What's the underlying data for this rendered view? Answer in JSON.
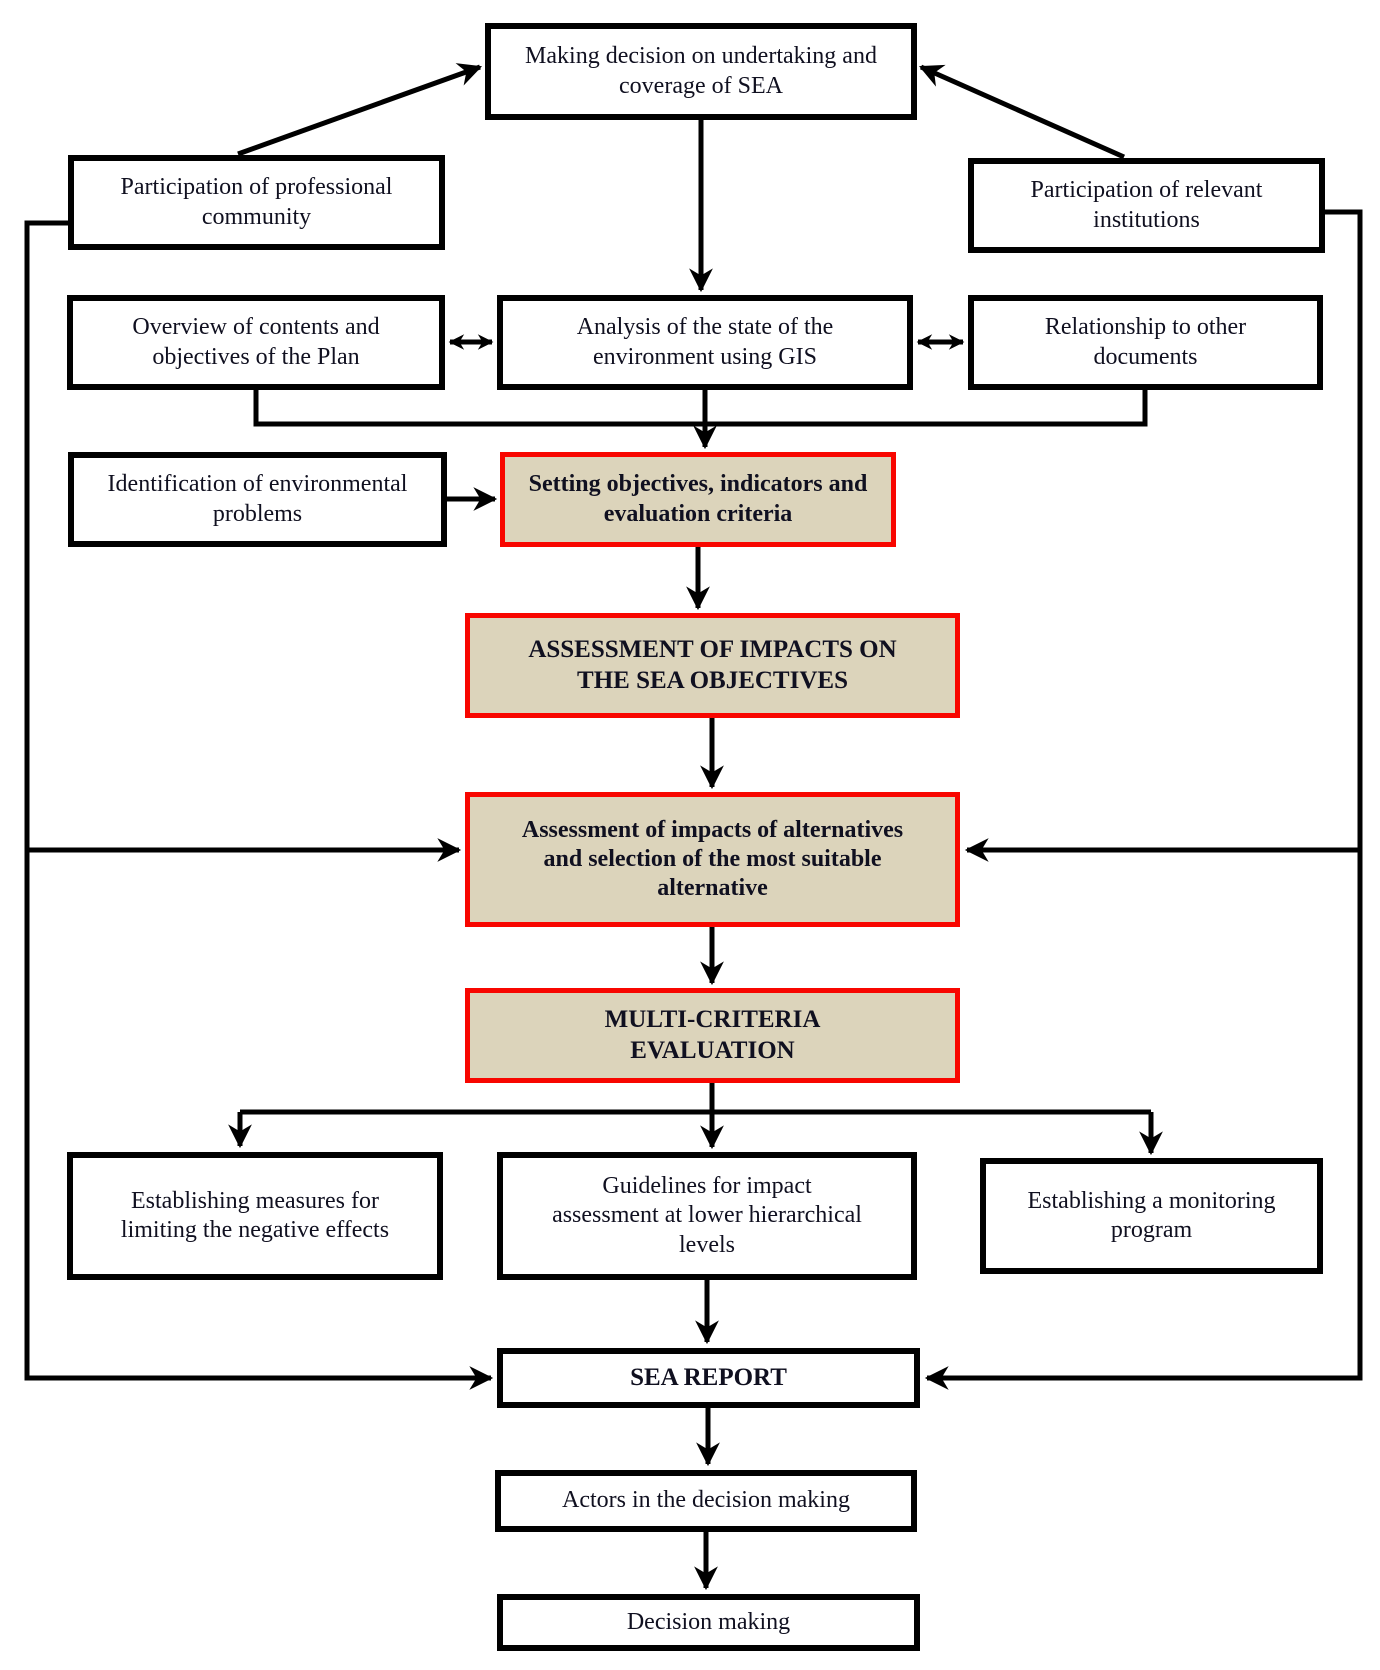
{
  "colors": {
    "box_border": "#000000",
    "box_background": "#ffffff",
    "highlight_background": "#dcd4bb",
    "highlight_border": "#f80600",
    "text": "#101020",
    "connector": "#000000"
  },
  "boxes": {
    "making_decision": "Making decision on undertaking and coverage of SEA",
    "participation_professional": "Participation of professional community",
    "participation_institutions": "Participation of relevant institutions",
    "overview_contents": "Overview of contents and objectives of the Plan",
    "analysis_gis": "Analysis of the state of the environment using GIS",
    "relationship_documents": "Relationship to other documents",
    "identification_problems": "Identification of environmental problems",
    "setting_objectives": "Setting objectives, indicators and evaluation criteria",
    "assessment_impacts": "ASSESSMENT OF IMPACTS ON THE SEA OBJECTIVES",
    "assessment_alternatives": "Assessment of impacts of alternatives and selection of the most suitable alternative",
    "multi_criteria": "MULTI-CRITERIA EVALUATION",
    "establishing_measures": "Establishing measures for limiting the negative effects",
    "guidelines_lower_levels": "Guidelines for impact assessment at lower hierarchical levels",
    "establishing_monitoring": "Establishing a monitoring program",
    "sea_report": "SEA REPORT",
    "actors_decision": "Actors in the decision making",
    "decision_making": "Decision making"
  },
  "edges": [
    {
      "from": "participation_professional",
      "to": "making_decision"
    },
    {
      "from": "participation_institutions",
      "to": "making_decision"
    },
    {
      "from": "making_decision",
      "to": "analysis_gis"
    },
    {
      "from": "overview_contents",
      "to": "analysis_gis",
      "bidirectional": true
    },
    {
      "from": "analysis_gis",
      "to": "relationship_documents",
      "bidirectional": true
    },
    {
      "from": "overview_contents",
      "to": "setting_objectives"
    },
    {
      "from": "relationship_documents",
      "to": "setting_objectives"
    },
    {
      "from": "analysis_gis",
      "to": "setting_objectives"
    },
    {
      "from": "identification_problems",
      "to": "setting_objectives"
    },
    {
      "from": "setting_objectives",
      "to": "assessment_impacts"
    },
    {
      "from": "assessment_impacts",
      "to": "assessment_alternatives"
    },
    {
      "from": "participation_professional",
      "to": "assessment_alternatives"
    },
    {
      "from": "participation_institutions",
      "to": "assessment_alternatives"
    },
    {
      "from": "assessment_alternatives",
      "to": "multi_criteria"
    },
    {
      "from": "multi_criteria",
      "to": "establishing_measures"
    },
    {
      "from": "multi_criteria",
      "to": "guidelines_lower_levels"
    },
    {
      "from": "multi_criteria",
      "to": "establishing_monitoring"
    },
    {
      "from": "guidelines_lower_levels",
      "to": "sea_report"
    },
    {
      "from": "participation_professional",
      "to": "sea_report"
    },
    {
      "from": "participation_institutions",
      "to": "sea_report"
    },
    {
      "from": "sea_report",
      "to": "actors_decision"
    },
    {
      "from": "actors_decision",
      "to": "decision_making"
    }
  ]
}
